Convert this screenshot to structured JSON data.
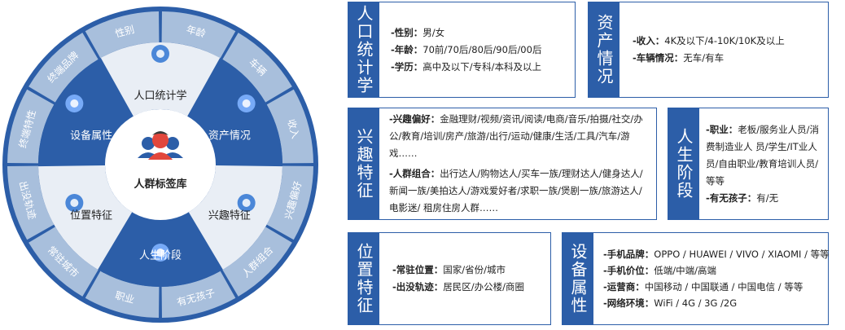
{
  "center": {
    "label": "人群标签库"
  },
  "inner_segments": [
    {
      "label": "人口统计学",
      "icon": "org-chart-icon",
      "style": "light"
    },
    {
      "label": "资产情况",
      "icon": "coin-icon",
      "style": "dark"
    },
    {
      "label": "兴趣特征",
      "icon": "people-group-icon",
      "style": "light"
    },
    {
      "label": "人生阶段",
      "icon": "clock-icon",
      "style": "dark"
    },
    {
      "label": "位置特征",
      "icon": "location-pin-icon",
      "style": "light"
    },
    {
      "label": "设备属性",
      "icon": "network-sphere-icon",
      "style": "dark"
    }
  ],
  "outer_ring": [
    "性别",
    "年龄",
    "车辆",
    "收入",
    "兴趣偏好",
    "人群组合",
    "有无孩子",
    "职业",
    "常驻城市",
    "出没轨迹",
    "终端特性",
    "终端品牌"
  ],
  "colors": {
    "dark": "#2c5ea8",
    "ring": "#a8bfdc",
    "light": "#e9eef5"
  },
  "cards": {
    "demographics": {
      "title": "人口统计学",
      "lines": [
        {
          "label": "-性别：",
          "text": "男/女"
        },
        {
          "label": "-年龄：",
          "text": "70前/70后/80后/90后/00后"
        },
        {
          "label": "-学历：",
          "text": "高中及以下/专科/本科及以上"
        }
      ]
    },
    "assets": {
      "title": "资产情况",
      "lines": [
        {
          "label": "-收入：",
          "text": "4K及以下/4-10K/10K及以上"
        },
        {
          "label": "-车辆情况：",
          "text": "无车/有车"
        }
      ]
    },
    "interests": {
      "title": "兴趣特征",
      "pref_label": "-兴趣偏好：",
      "pref_text": "金融理财/视频/资讯/阅读/电商/音乐/拍摄/社交/办公/教育/培训/房产/旅游/出行/运动/健康/生活/工具/汽车/游戏……",
      "group_label": "-人群组合：",
      "group_text": "出行达人/购物达人/买车一族/理财达人/健身达人/新闻一族/美拍达人/游戏爱好者/求职一族/煲剧一族/旅游达人/电影迷/ 租房住房人群……"
    },
    "life": {
      "title": "人生阶段",
      "job_label": "-职业：",
      "job_text": "老板/服务业人员/消费制造业人 员/学生/IT业人员/自由职业/教育培训人员/等等",
      "child_label": "-有无孩子：",
      "child_text": "有/无"
    },
    "location": {
      "title": "位置特征",
      "lines": [
        {
          "label": "-常驻位置：",
          "text": "国家/省份/城市"
        },
        {
          "label": "-出没轨迹：",
          "text": "居民区/办公楼/商圈"
        }
      ]
    },
    "device": {
      "title": "设备属性",
      "lines": [
        {
          "label": "-手机品牌：",
          "text": "OPPO / HUAWEI / VIVO / XIAOMI / 等等"
        },
        {
          "label": "-手机价位：",
          "text": "低端/中端/高端"
        },
        {
          "label": "-运营商：",
          "text": "中国移动 / 中国联通 / 中国电信 / 等等"
        },
        {
          "label": "-网络环境：",
          "text": "WiFi / 4G / 3G /2G"
        }
      ]
    }
  }
}
